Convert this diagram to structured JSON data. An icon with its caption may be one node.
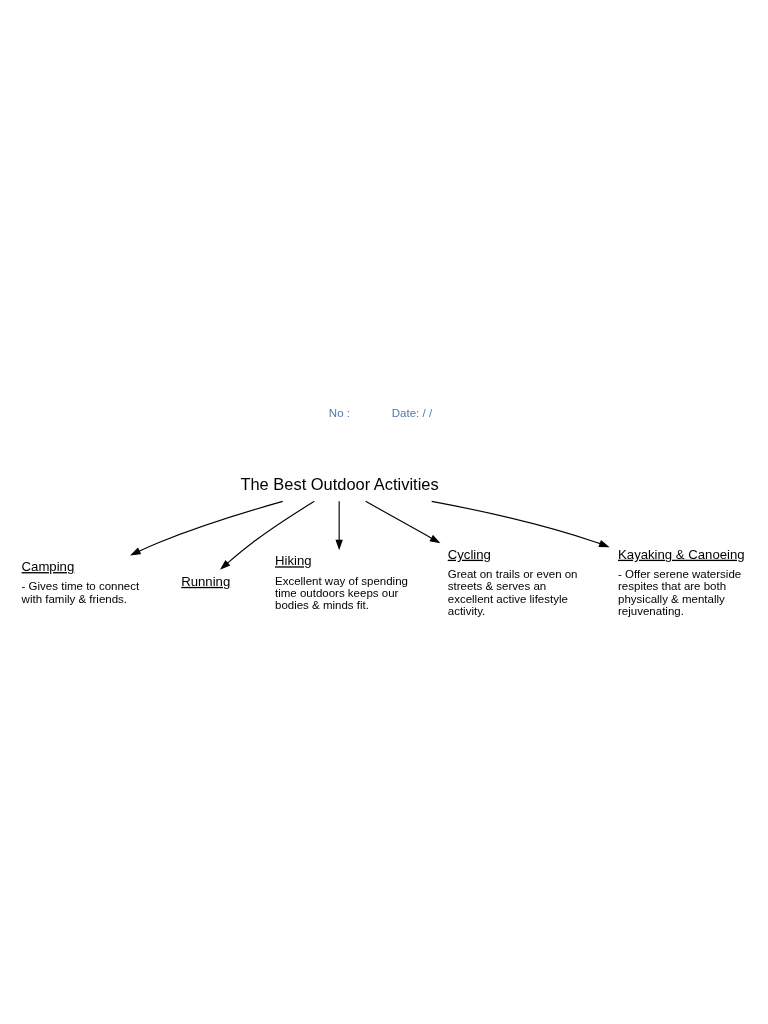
{
  "diagram": {
    "nodes": [
      {
        "text": [
          "The Best Outdoor Activities"
        ]
      },
      {
        "text": [
          "Camping",
          "- Gives time to connect with family & friends."
        ]
      },
      {
        "text": [
          "Running"
        ]
      },
      {
        "text": [
          "Hiking",
          "Excellent way of spending time outdoors keeps our bodies & minds fit."
        ]
      },
      {
        "text": [
          "Cycling",
          "Great on trails or even on streets & serves an excellent active lifestyle activity."
        ]
      },
      {
        "text": [
          "Kayaking & Canoeing",
          "- Offer serene waterside respites that are both physically & mentally rejuvenating."
        ]
      }
    ],
    "edges": [
      {
        "from": 0,
        "to": 1,
        "arrow": "to"
      },
      {
        "from": 0,
        "to": 2,
        "arrow": "to"
      },
      {
        "from": 0,
        "to": 3,
        "arrow": "to"
      },
      {
        "from": 0,
        "to": 4,
        "arrow": "to"
      },
      {
        "from": 0,
        "to": 5,
        "arrow": "to"
      }
    ],
    "labels": [
      "No :",
      "Date: / /"
    ]
  }
}
